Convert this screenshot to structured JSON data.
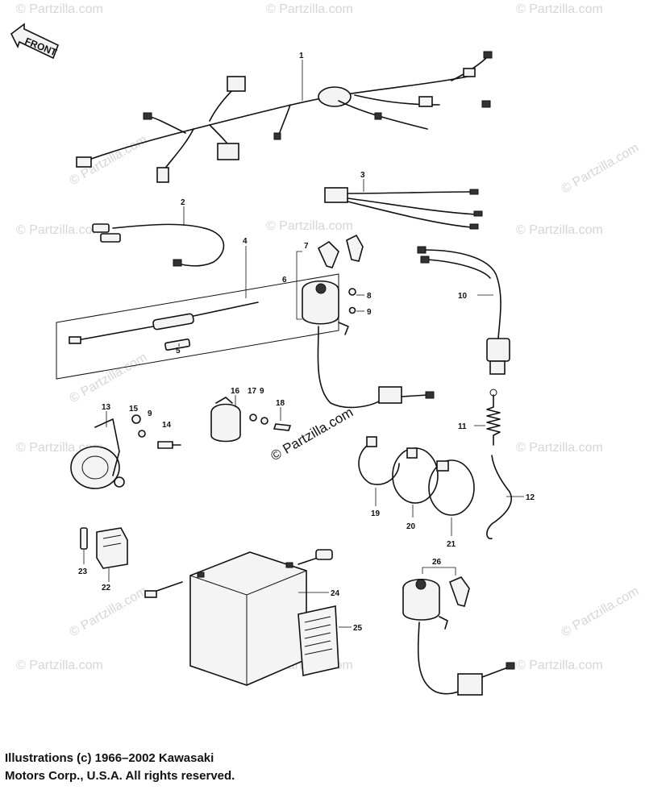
{
  "front_label": "FRONT",
  "watermark": "© Partzilla.com",
  "footer": {
    "line1": "Illustrations (c) 1966–2002 Kawasaki",
    "line2": "Motors Corp., U.S.A.  All rights reserved."
  },
  "callouts": {
    "c1": "1",
    "c2": "2",
    "c3": "3",
    "c4": "4",
    "c5": "5",
    "c6": "6",
    "c7": "7",
    "c8": "8",
    "c9a": "9",
    "c10": "10",
    "c11": "11",
    "c12": "12",
    "c13": "13",
    "c14": "14",
    "c15": "15",
    "c9b": "9",
    "c16": "16",
    "c17": "17",
    "c9c": "9",
    "c18": "18",
    "c19": "19",
    "c20": "20",
    "c21": "21",
    "c22": "22",
    "c23": "23",
    "c24": "24",
    "c25": "25",
    "c26": "26"
  }
}
